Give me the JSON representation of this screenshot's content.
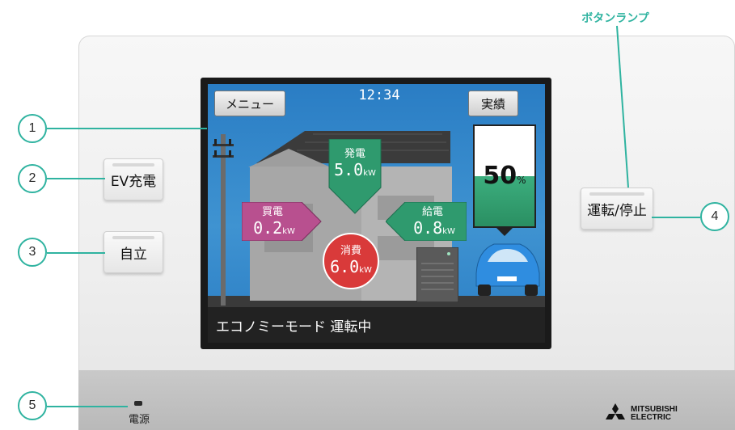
{
  "annotations": {
    "button_lamp_label": "ボタンランプ",
    "callouts": [
      "1",
      "2",
      "3",
      "4",
      "5"
    ]
  },
  "buttons": {
    "ev_charge": "EV充電",
    "independent": "自立",
    "run_stop": "運転/停止"
  },
  "screen": {
    "menu_label": "メニュー",
    "clock": "12:34",
    "results_label": "実績",
    "generation": {
      "label": "発電",
      "value": "5.0",
      "unit": "kW"
    },
    "purchase": {
      "label": "買電",
      "value": "0.2",
      "unit": "kW"
    },
    "supply": {
      "label": "給電",
      "value": "0.8",
      "unit": "kW"
    },
    "consumption": {
      "label": "消費",
      "value": "6.0",
      "unit": "kW"
    },
    "battery": {
      "value": "50",
      "unit": "%",
      "level": 0.5
    },
    "status_text": "エコノミーモード 運転中"
  },
  "power_label": "電源",
  "brand": {
    "line1": "MITSUBISHI",
    "line2": "ELECTRIC"
  },
  "colors": {
    "accent": "#2fb3a0",
    "sky": "#3f93d1",
    "generation": "#2f9a6e",
    "purchase": "#b8508f",
    "consumption": "#d93a3a"
  }
}
